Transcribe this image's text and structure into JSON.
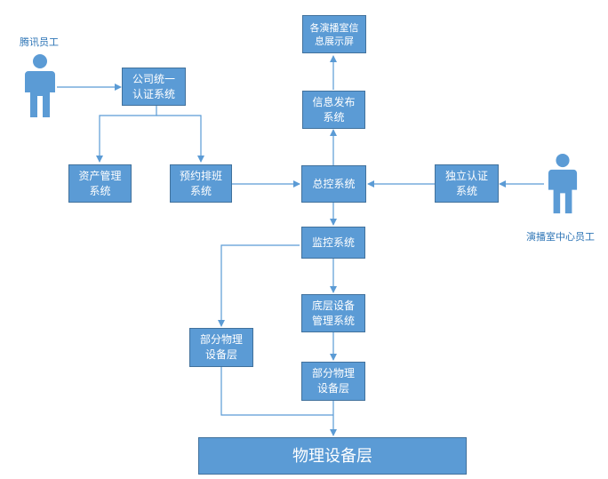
{
  "actors": {
    "tencent_staff": "腾讯员工",
    "studio_staff": "演播室中心员工"
  },
  "nodes": {
    "unified_auth": "公司统一\n认证系统",
    "display_screens": "各演播室信\n息展示屏",
    "info_publish": "信息发布\n系统",
    "asset_mgmt": "资产管理\n系统",
    "schedule": "预约排班\n系统",
    "master_control": "总控系统",
    "independent_auth": "独立认证\n系统",
    "monitoring": "监控系统",
    "device_mgmt": "底层设备\n管理系统",
    "partial_phys_left": "部分物理\n设备层",
    "partial_phys_right": "部分物理\n设备层",
    "physical_layer": "物理设备层"
  },
  "colors": {
    "box_fill": "#5b9bd5",
    "box_border": "#41719c",
    "line": "#5b9bd5",
    "label": "#2e75b6"
  }
}
